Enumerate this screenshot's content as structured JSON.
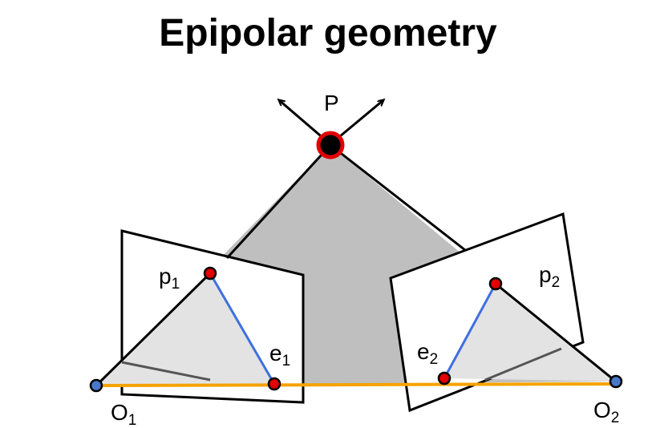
{
  "title": "Epipolar geometry",
  "labels": {
    "point_P": "P",
    "p1": {
      "base": "p",
      "sub": "1"
    },
    "p2": {
      "base": "p",
      "sub": "2"
    },
    "e1": {
      "base": "e",
      "sub": "1"
    },
    "e2": {
      "base": "e",
      "sub": "2"
    },
    "O1": {
      "base": "O",
      "sub": "1"
    },
    "O2": {
      "base": "O",
      "sub": "2"
    }
  },
  "colors": {
    "epipolar_plane": "#bfbfbf",
    "image_projection": "#e3e3e3",
    "epipolar_line": "#3f6fe0",
    "baseline": "#f5a300",
    "point_fill": "#e00000",
    "camera_center_fill": "#4a78c8",
    "outline": "#000000"
  }
}
